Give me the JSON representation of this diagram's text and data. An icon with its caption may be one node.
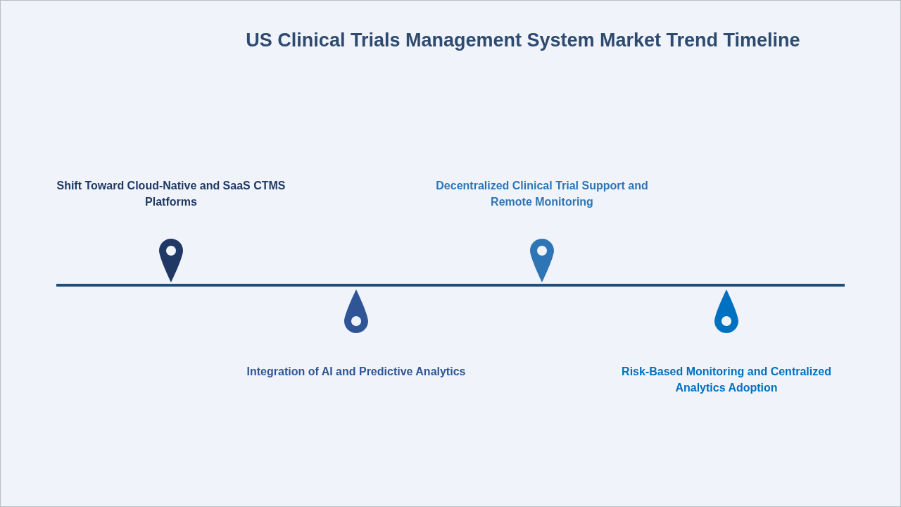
{
  "diagram": {
    "title": "US Clinical Trials Management System Market Trend Timeline",
    "labels": [
      "Shift Toward Cloud-Native and SaaS CTMS Platforms",
      "Integration of AI and Predictive Analytics",
      "Decentralized Clinical Trial Support and Remote Monitoring",
      "Risk-Based Monitoring and Centralized Analytics Adoption"
    ]
  }
}
